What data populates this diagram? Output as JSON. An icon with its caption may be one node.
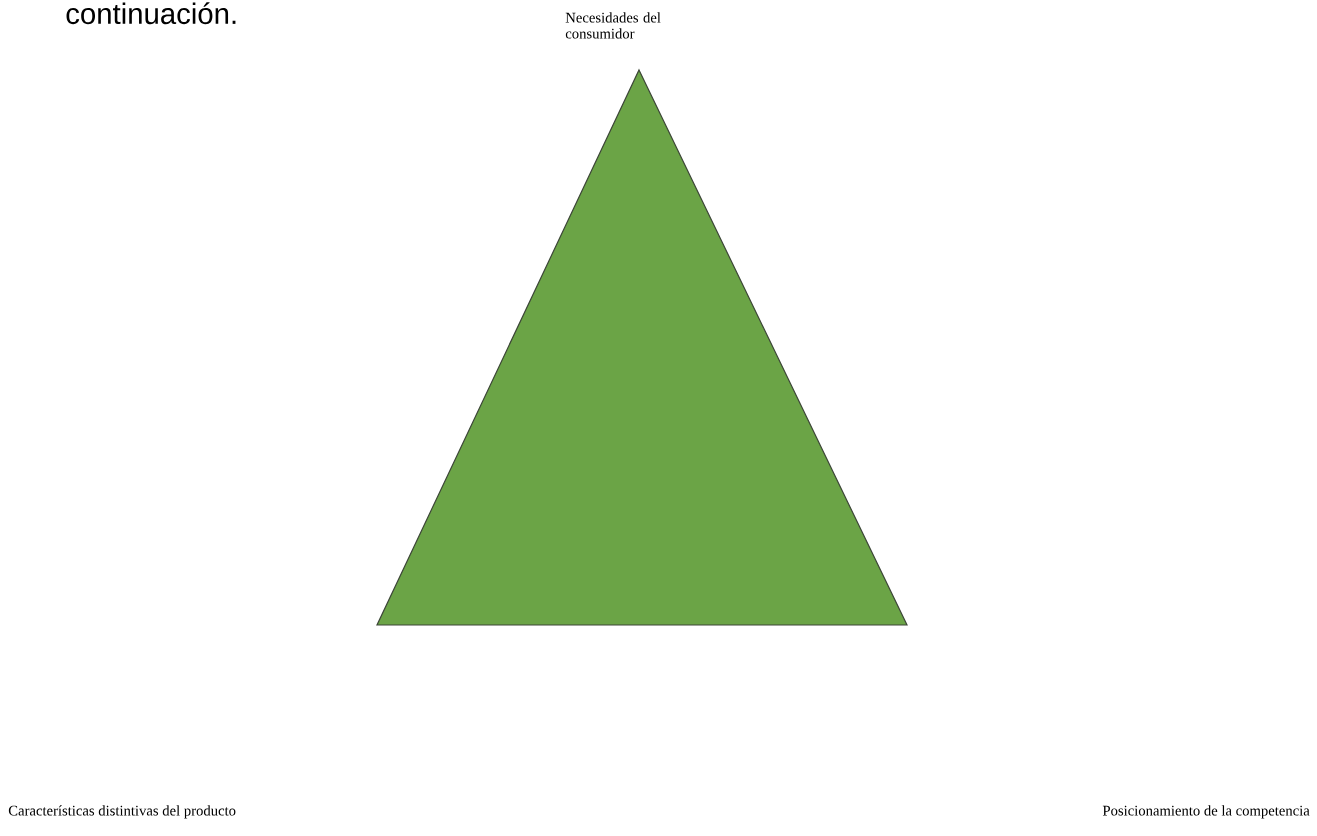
{
  "diagram": {
    "nodes": [
      {
        "text": [],
        "shape": "triangle"
      }
    ],
    "labels": [
      "continuación.",
      "Necesidades del consumidor",
      "Características distintivas del producto",
      "Posicionamiento de la competencia"
    ]
  }
}
